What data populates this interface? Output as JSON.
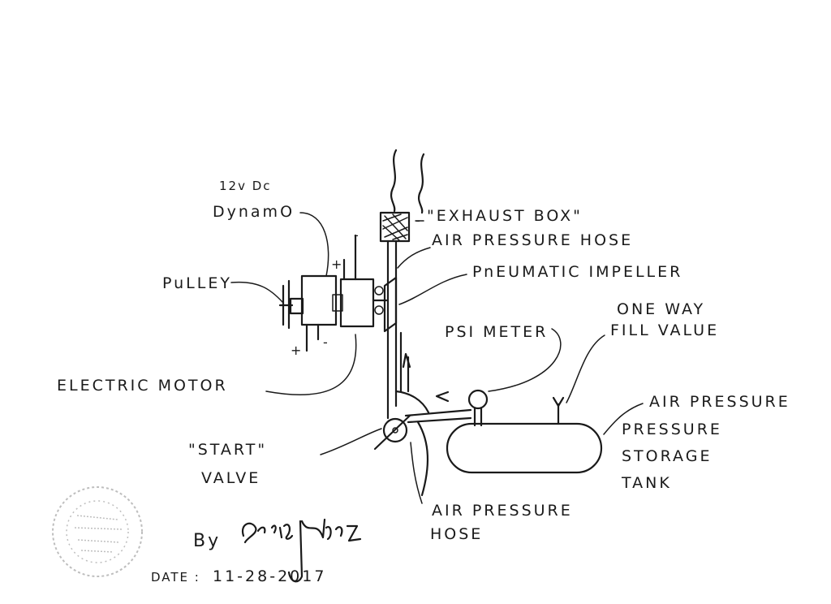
{
  "labels": {
    "dynamo_voltage": "12v Dc",
    "dynamo": "DynamO",
    "pulley": "PuLLEY",
    "exhaust_box": "\"EXHAUST BOX\"",
    "air_pressure_hose_top": "AIR PRESSURE HOSE",
    "pneumatic_impeller": "PnEUMATIC IMPELLER",
    "psi_meter": "PSI METER",
    "one_way": "ONE WAY",
    "fill_value": "FILL VALUE",
    "electric_motor": "ELECTRIC MOTOR",
    "air_pressure_right": "AIR PRESSURE",
    "pressure": "PRESSURE",
    "storage": "STORAGE",
    "tank": "TANK",
    "start": "\"START\"",
    "valve": "VALVE",
    "air_pressure_bottom": "AIR PRESSURE",
    "hose": "HOSE",
    "plus_top": "+",
    "minus_top": "-",
    "plus_bottom": "+",
    "minus_bottom": "-",
    "minus_right": "-"
  },
  "signature": {
    "by": "By",
    "name": "Eric Nunez",
    "date_label": "DATE :",
    "date": "11-28-2017"
  },
  "colors": {
    "ink": "#1a1a1a",
    "paper": "#ffffff",
    "stamp": "#8a8a8a"
  }
}
